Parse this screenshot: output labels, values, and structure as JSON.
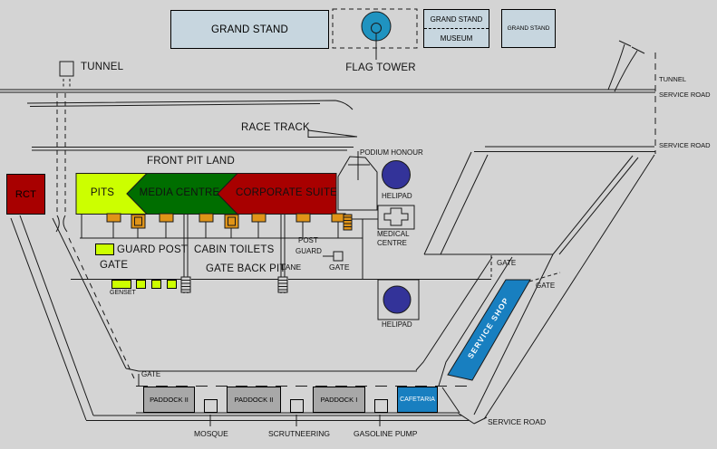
{
  "colors": {
    "background": "#d4d4d4",
    "line": "#1a1a1a",
    "grandstand": "#c7d6df",
    "teal": "#1f93c0",
    "red": "#a80000",
    "green": "#006e00",
    "chartreuse": "#ccff00",
    "orange": "#e09418",
    "navy": "#333399",
    "blue": "#187fc0",
    "paddock": "#a8a8a8"
  },
  "grandstand": {
    "main": "GRAND STAND",
    "upper": "GRAND STAND",
    "museum": "MUSEUM",
    "small": "GRAND STAND"
  },
  "track": {
    "tunnel": "TUNNEL",
    "flag_tower": "FLAG TOWER",
    "race_track": "RACE TRACK",
    "front_pit_land": "FRONT PIT LAND"
  },
  "right_edge": {
    "tunnel": "TUNNEL",
    "service_road_top": "SERVICE ROAD",
    "service_road_mid": "SERVICE ROAD"
  },
  "pit": {
    "rct": "RCT",
    "pits": "PITS",
    "media_centre": "MEDIA CENTRE",
    "corporate_suite": "CORPORATE SUITE",
    "guard_post": "GUARD POST",
    "gate": "GATE",
    "cabin_toilets": "CABIN TOILETS",
    "gate_back_pit": "GATE BACK PIT",
    "post": "POST",
    "guard": "GUARD",
    "lane": "LANE",
    "gate_lane": "GATE",
    "genset": "GENSET"
  },
  "infield": {
    "podium_honour": "PODIUM HONOUR",
    "helipad_top": "HELIPAD",
    "medical_line1": "MEDICAL",
    "medical_line2": "CENTRE",
    "gate_parking": "GATE",
    "helipad_bottom": "HELIPAD",
    "service_shop": "SERVICE SHOP",
    "gate_service_shop": "GATE"
  },
  "bottom": {
    "gate": "GATE",
    "paddock_2a": "PADDOCK II",
    "paddock_2b": "PADDOCK II",
    "paddock_1": "PADDOCK I",
    "cafetaria": "CAFETARIA",
    "mosque": "MOSQUE",
    "scrutneering": "SCRUTNEERING",
    "gasoline_pump": "GASOLINE PUMP",
    "service_road": "SERVICE ROAD"
  },
  "icons": {
    "flag_tower": "filled-circle-with-pole",
    "tunnel": "small-square-with-dashes",
    "helipad": "filled-navy-circle",
    "medical": "cross-outline",
    "gate_barrier": "hatched-bar",
    "stairs": "hatched-ladder",
    "pit_door": "orange-block",
    "post_guard": "square-with-line"
  }
}
